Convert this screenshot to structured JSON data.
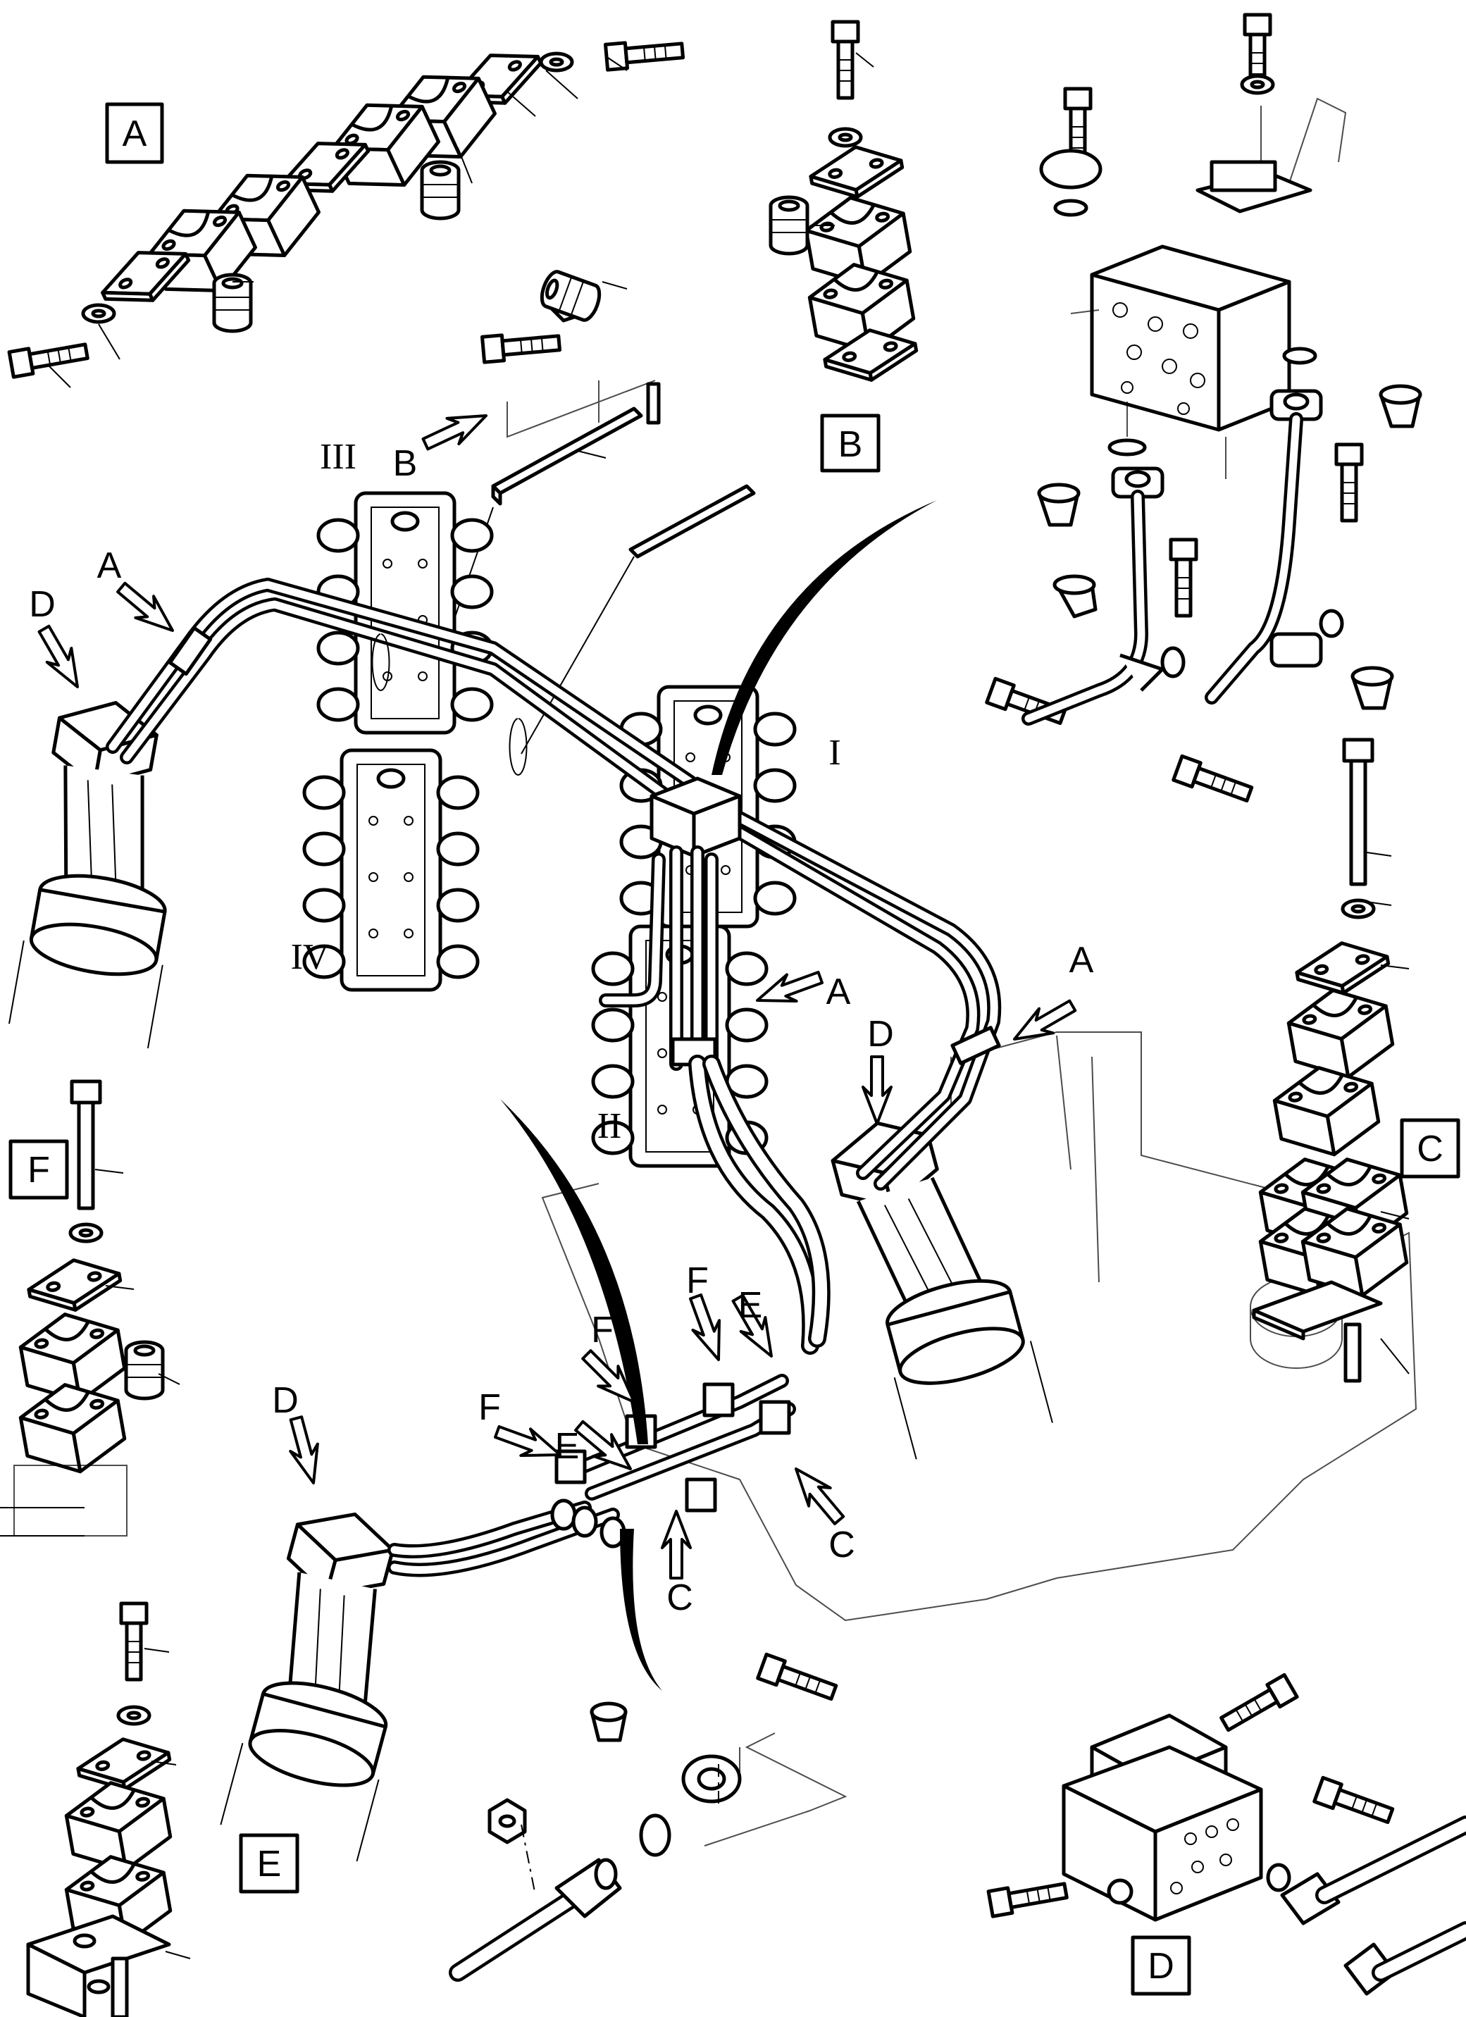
{
  "detail_views": {
    "a": "A",
    "b": "B",
    "c": "C",
    "d": "D",
    "e": "E",
    "f": "F"
  },
  "arrow_callouts": {
    "a1": "A",
    "a2": "A",
    "a3": "A",
    "b1": "B",
    "c1": "C",
    "c2": "C",
    "d1": "D",
    "d2": "D",
    "d3": "D",
    "e1": "E",
    "e2": "E",
    "f1": "F",
    "f2": "F",
    "f3": "F"
  },
  "roman_numerals": {
    "r1": "I",
    "r2": "II",
    "r3": "III",
    "r4": "IV"
  }
}
